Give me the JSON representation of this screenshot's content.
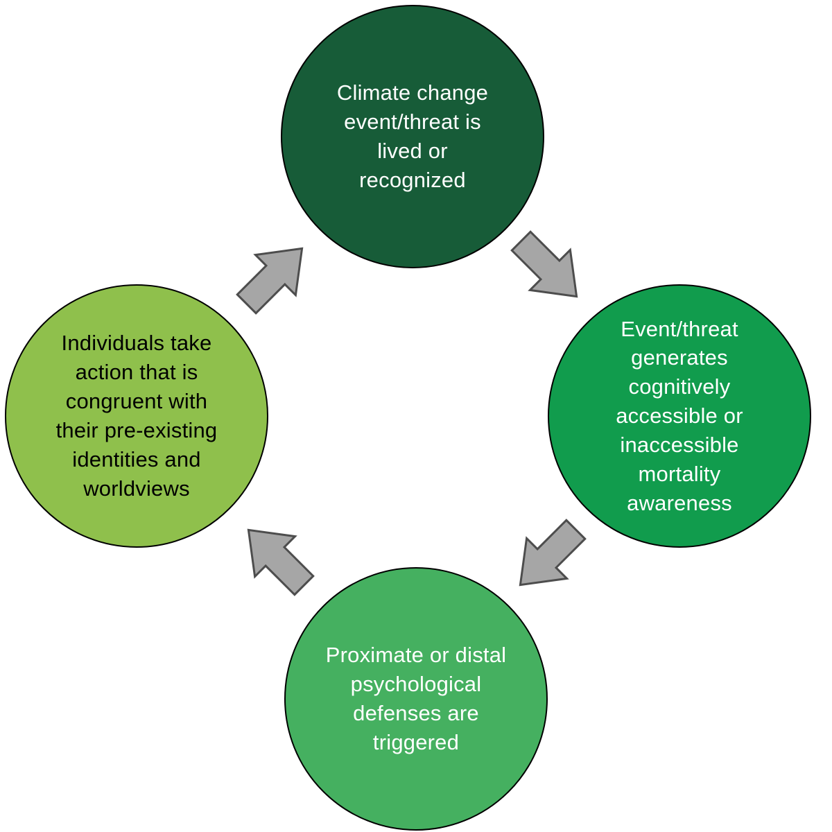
{
  "diagram": {
    "type": "cycle",
    "direction": "clockwise",
    "background_color": "#ffffff",
    "node_border_color": "#000000",
    "arrow": {
      "fill": "#a6a6a6",
      "stroke": "#4d4d4d"
    },
    "nodes": [
      {
        "id": "climate-event",
        "position": "top",
        "label": "Climate change\nevent/threat is\nlived or\nrecognized",
        "fill": "#175c38",
        "text_color": "#ffffff"
      },
      {
        "id": "mortality-awareness",
        "position": "right",
        "label": "Event/threat\ngenerates\ncognitively\naccessible or\ninaccessible\nmortality\nawareness",
        "fill": "#119c4d",
        "text_color": "#ffffff"
      },
      {
        "id": "defenses-triggered",
        "position": "bottom",
        "label": "Proximate or distal\npsychological\ndefenses are\ntriggered",
        "fill": "#45b060",
        "text_color": "#ffffff"
      },
      {
        "id": "individual-action",
        "position": "left",
        "label": "Individuals take\naction that is\ncongruent with\ntheir pre-existing\nidentities and\nworldviews",
        "fill": "#8fc04c",
        "text_color": "#000000"
      }
    ]
  }
}
